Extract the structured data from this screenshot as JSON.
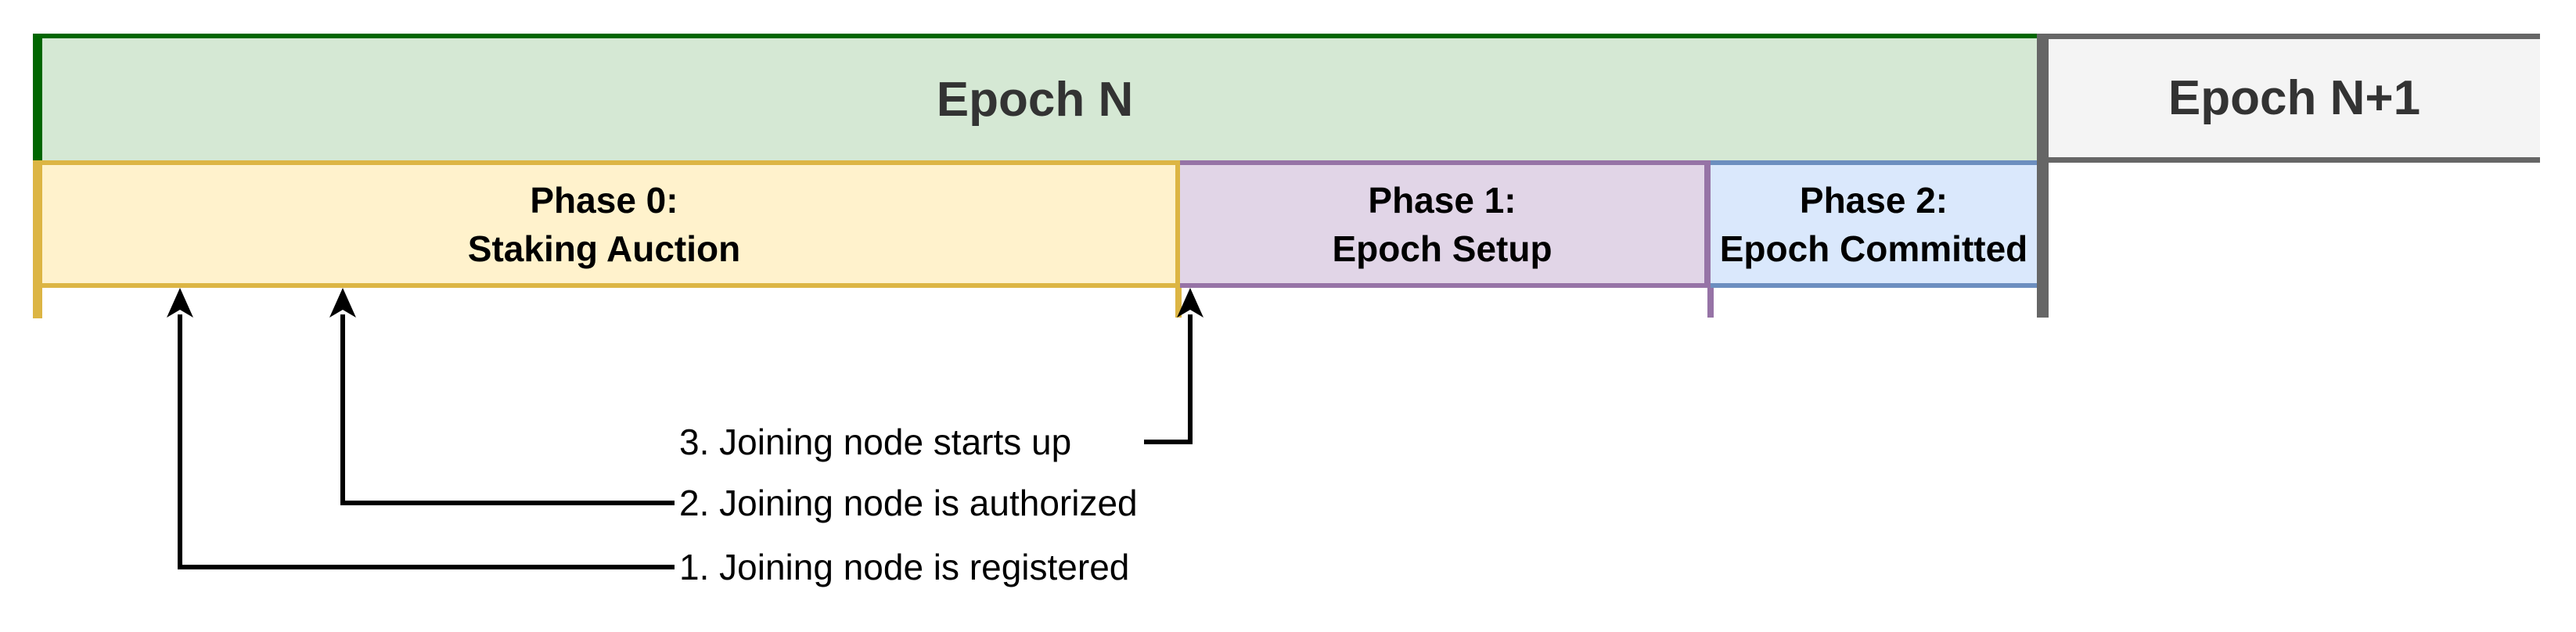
{
  "diagram": {
    "epochs": [
      {
        "label": "Epoch N",
        "fill": "#d5e8d4",
        "stroke": "#006600",
        "text_color": "#333333"
      },
      {
        "label": "Epoch N+1",
        "fill": "#f4f4f4",
        "stroke": "#666666",
        "text_color": "#333333"
      }
    ],
    "phases": [
      {
        "line1": "Phase 0:",
        "line2": "Staking Auction",
        "fill": "#fff2cc",
        "stroke": "#dcb544"
      },
      {
        "line1": "Phase 1:",
        "line2": "Epoch Setup",
        "fill": "#e1d5e7",
        "stroke": "#9673a6"
      },
      {
        "line1": "Phase 2:",
        "line2": "Epoch Committed",
        "fill": "#dae8fc",
        "stroke": "#6c8ebf"
      }
    ],
    "events": [
      {
        "label": "1. Joining node is registered",
        "points_to": "start of Phase 0"
      },
      {
        "label": "2. Joining node is authorized",
        "points_to": "inside Phase 0"
      },
      {
        "label": "3. Joining node starts up",
        "points_to": "boundary of Phase 0 and Phase 1"
      }
    ],
    "colors": {
      "connector": "#000000",
      "background": "#ffffff"
    }
  }
}
